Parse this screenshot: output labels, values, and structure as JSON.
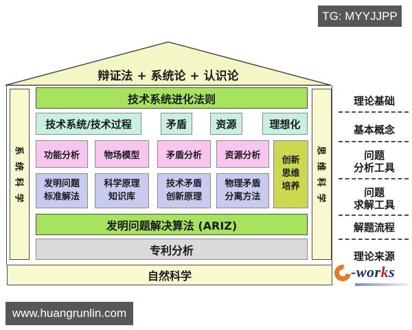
{
  "colors": {
    "green": "#a8e35f",
    "cyan": "#c7f0e3",
    "pink": "#f7c5ee",
    "lavender": "#c9caf0",
    "olive": "#ccd84e",
    "cream": "#f9f8ce",
    "roof": "#f4f6c6",
    "gray-bar": "#dadada",
    "badge-bg": "#575757",
    "border-dark": "#4a4a4a",
    "border-box": "#8a8a8a",
    "logo-orange": "#e87a22",
    "logo-navy": "#1c2e66",
    "logo-red": "#cc2020"
  },
  "badges": {
    "tg": "TG: MYYJJPP",
    "site": "www.huangrunlin.com"
  },
  "house": {
    "roof_label": "辩证法 + 系统论 + 认识论",
    "left_wall": "系统科学",
    "right_wall": "思维科学",
    "evolution_bar": "技术系统进化法则",
    "concept_row": [
      "技术系统/技术过程",
      "矛盾",
      "资源",
      "理想化"
    ],
    "analysis_row": [
      "功能分析",
      "物场模型",
      "矛盾分析",
      "资源分析"
    ],
    "solution_row": [
      "发明问题\n标准解法",
      "科学原理\n知识库",
      "技术矛盾\n创新原理",
      "物理矛盾\n分离方法"
    ],
    "innovation_box": "创新\n思维\n培养",
    "ariz_bar": "发明问题解决算法 (ARIZ)",
    "patent_bar": "专利分析",
    "foundation": "自然科学"
  },
  "side_labels": [
    "理论基础",
    "基本概念",
    "问题\n分析工具",
    "问题\n求解工具",
    "解题流程",
    "理论来源"
  ],
  "logo": {
    "prefix": "-wor",
    "k": "k",
    "suffix": "s"
  }
}
